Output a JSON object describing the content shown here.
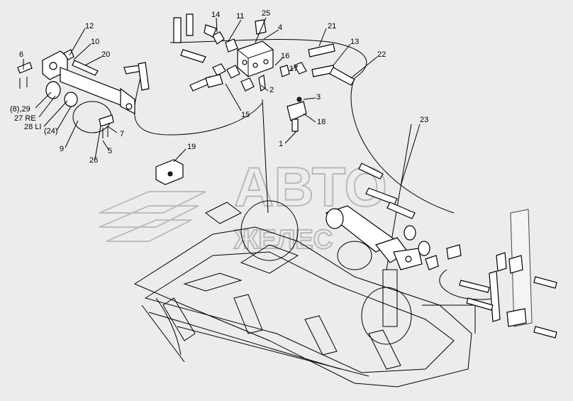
{
  "watermark": {
    "text": "АВТО",
    "subtext": "ЖЕЛЕС"
  },
  "callouts": [
    {
      "text": "14"
    },
    {
      "text": "11"
    },
    {
      "text": "25"
    },
    {
      "text": "4"
    },
    {
      "text": "21"
    },
    {
      "text": "13"
    },
    {
      "text": "22"
    },
    {
      "text": "12"
    },
    {
      "text": "10"
    },
    {
      "text": "20"
    },
    {
      "text": "6"
    },
    {
      "text": "16"
    },
    {
      "text": "17"
    },
    {
      "text": "2"
    },
    {
      "text": "3"
    },
    {
      "text": "15"
    },
    {
      "text": "18"
    },
    {
      "text": "1"
    },
    {
      "text": "(8),29"
    },
    {
      "text": "27 RE"
    },
    {
      "text": "28 LI"
    },
    {
      "text": "(24)"
    },
    {
      "text": "7"
    },
    {
      "text": "9"
    },
    {
      "text": "5"
    },
    {
      "text": "26"
    },
    {
      "text": "19"
    },
    {
      "text": "23"
    }
  ],
  "colors": {
    "background": "#ececec",
    "line": "#000000",
    "watermark": "#b9b9b9"
  }
}
